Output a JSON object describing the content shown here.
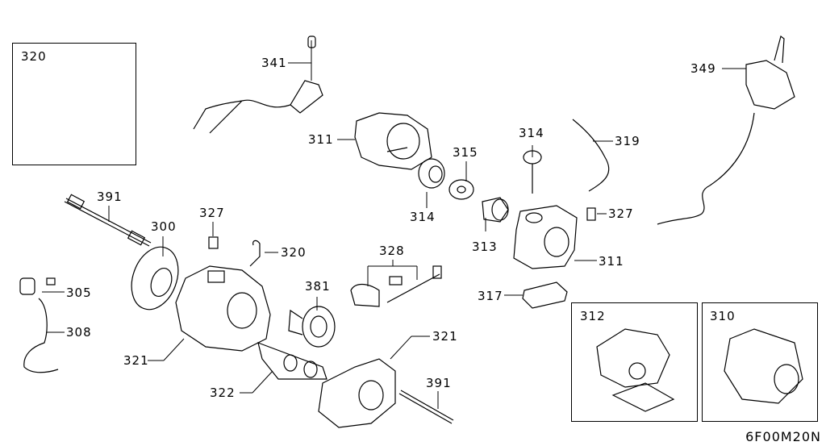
{
  "diagram": {
    "code": "6F00M20N",
    "inset_boxes": [
      {
        "id": "box-320",
        "label": "320"
      },
      {
        "id": "box-312",
        "label": "312"
      },
      {
        "id": "box-310",
        "label": "310"
      }
    ],
    "callouts": [
      {
        "id": "c341",
        "label": "341"
      },
      {
        "id": "c311a",
        "label": "311"
      },
      {
        "id": "c349",
        "label": "349"
      },
      {
        "id": "c314a",
        "label": "314"
      },
      {
        "id": "c315",
        "label": "315"
      },
      {
        "id": "c319",
        "label": "319"
      },
      {
        "id": "c314b",
        "label": "314"
      },
      {
        "id": "c313",
        "label": "313"
      },
      {
        "id": "c327a",
        "label": "327"
      },
      {
        "id": "c311b",
        "label": "311"
      },
      {
        "id": "c391a",
        "label": "391"
      },
      {
        "id": "c300",
        "label": "300"
      },
      {
        "id": "c327b",
        "label": "327"
      },
      {
        "id": "c320",
        "label": "320"
      },
      {
        "id": "c328",
        "label": "328"
      },
      {
        "id": "c305",
        "label": "305"
      },
      {
        "id": "c381",
        "label": "381"
      },
      {
        "id": "c317",
        "label": "317"
      },
      {
        "id": "c308",
        "label": "308"
      },
      {
        "id": "c321a",
        "label": "321"
      },
      {
        "id": "c321b",
        "label": "321"
      },
      {
        "id": "c322",
        "label": "322"
      },
      {
        "id": "c391b",
        "label": "391"
      }
    ]
  }
}
